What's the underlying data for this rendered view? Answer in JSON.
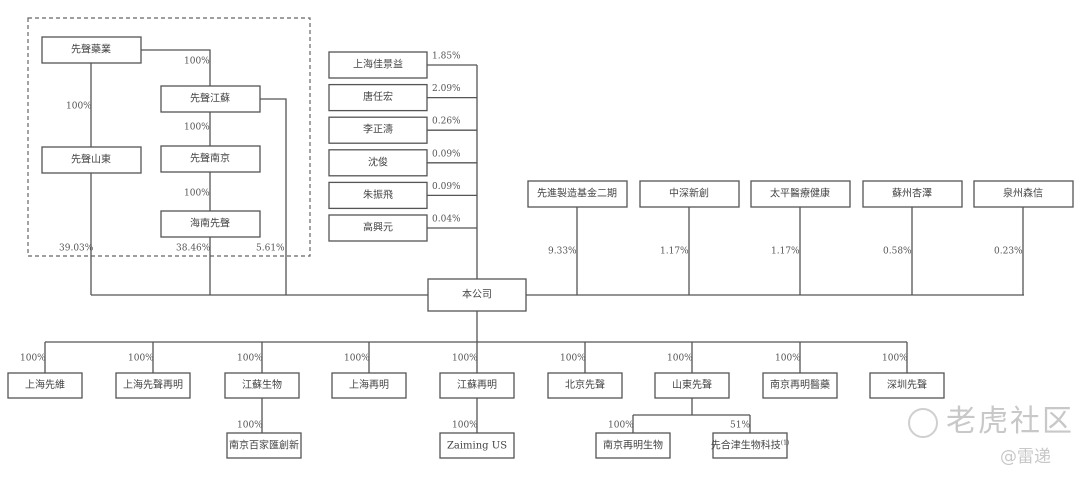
{
  "diagram": {
    "center": {
      "name": "本公司"
    },
    "group": {
      "parent": {
        "name": "先聲藥業"
      },
      "jiangsu": {
        "name": "先聲江蘇",
        "pct_from_parent": "100%",
        "pct_to_company": "5.61%"
      },
      "shandong": {
        "name": "先聲山東",
        "pct_from_parent": "100%",
        "pct_to_company": "39.03%"
      },
      "nanjing": {
        "name": "先聲南京",
        "pct_from_parent": "100%"
      },
      "hainan": {
        "name": "海南先聲",
        "pct_from_parent": "100%",
        "pct_to_company": "38.46%"
      }
    },
    "individual_holders": [
      {
        "name": "上海佳景益",
        "pct": "1.85%"
      },
      {
        "name": "唐任宏",
        "pct": "2.09%"
      },
      {
        "name": "李正濤",
        "pct": "0.26%"
      },
      {
        "name": "沈俊",
        "pct": "0.09%"
      },
      {
        "name": "朱振飛",
        "pct": "0.09%"
      },
      {
        "name": "高興元",
        "pct": "0.04%"
      }
    ],
    "investors": [
      {
        "name": "先進製造基金二期",
        "pct": "9.33%"
      },
      {
        "name": "中深新創",
        "pct": "1.17%"
      },
      {
        "name": "太平醫療健康",
        "pct": "1.17%"
      },
      {
        "name": "蘇州杏澤",
        "pct": "0.58%"
      },
      {
        "name": "泉州森信",
        "pct": "0.23%"
      }
    ],
    "subsidiaries": [
      {
        "name": "上海先維",
        "pct": "100%"
      },
      {
        "name": "上海先聲再明",
        "pct": "100%"
      },
      {
        "name": "江蘇生物",
        "pct": "100%"
      },
      {
        "name": "上海再明",
        "pct": "100%"
      },
      {
        "name": "江蘇再明",
        "pct": "100%"
      },
      {
        "name": "北京先聲",
        "pct": "100%"
      },
      {
        "name": "山東先聲",
        "pct": "100%"
      },
      {
        "name": "南京再明醫藥",
        "pct": "100%"
      },
      {
        "name": "深圳先聲",
        "pct": "100%"
      }
    ],
    "sub_subsidiaries": [
      {
        "name": "南京百家匯創新",
        "pct": "100%",
        "parent_index": 2
      },
      {
        "name": "Zaiming US",
        "pct": "100%",
        "parent_index": 4
      },
      {
        "name": "南京再明生物",
        "pct": "100%",
        "parent_index": 6
      },
      {
        "name": "先合津生物科技",
        "note": "(1)",
        "pct": "51%",
        "parent_index": 6
      }
    ]
  },
  "watermark": {
    "brand": "老虎社区",
    "author": "@雷递"
  }
}
